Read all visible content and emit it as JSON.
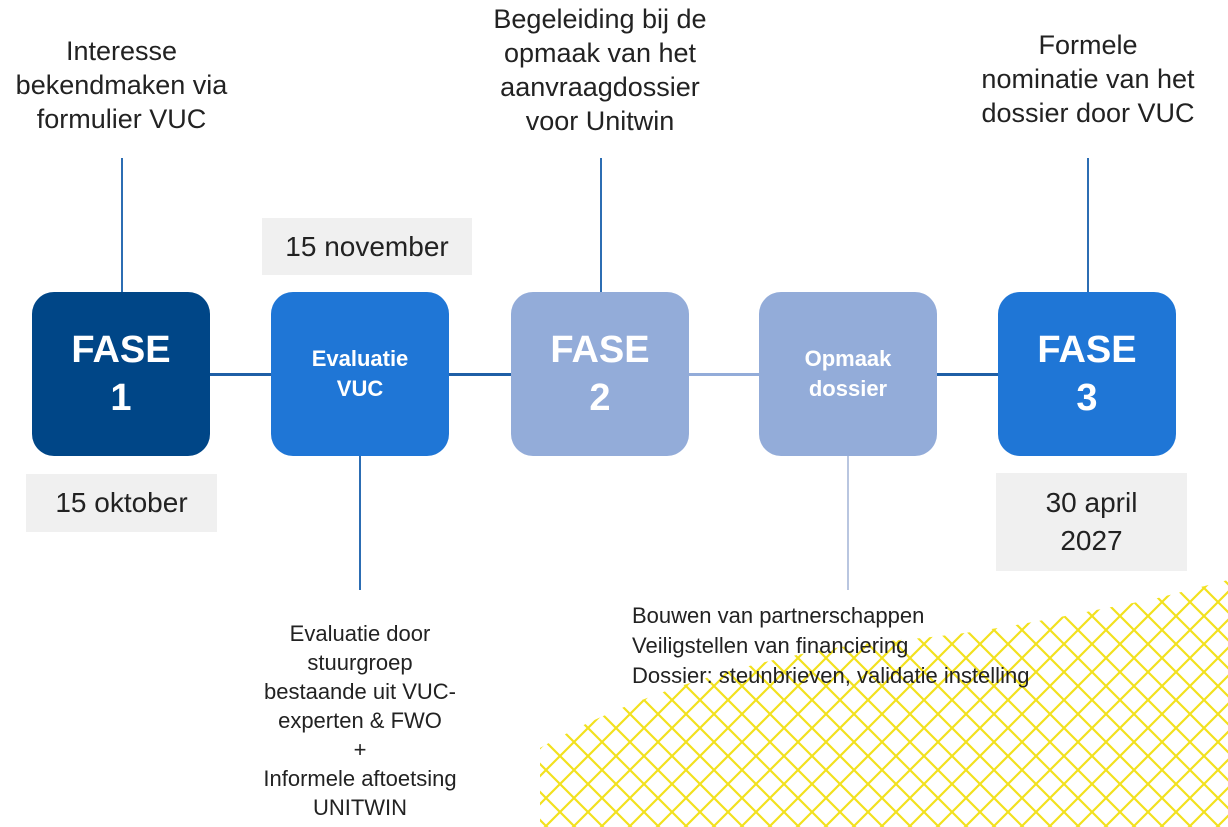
{
  "colors": {
    "fase1": "#004687",
    "evaluatie": "#1f76d6",
    "fase2": "#93acd9",
    "opmaak": "#93acd9",
    "fase3": "#1f76d6",
    "connector": "#1f5fa6",
    "pattern": "#f2e11e"
  },
  "steps": {
    "fase1": {
      "line1": "FASE",
      "line2": "1"
    },
    "evaluatie": {
      "line1": "Evaluatie",
      "line2": "VUC"
    },
    "fase2": {
      "line1": "FASE",
      "line2": "2"
    },
    "opmaak": {
      "line1": "Opmaak",
      "line2": "dossier"
    },
    "fase3": {
      "line1": "FASE",
      "line2": "3"
    }
  },
  "dates": {
    "fase1": "15 oktober",
    "evaluatie": "15 november",
    "fase3_line1": "30 april",
    "fase3_line2": "2027"
  },
  "top_labels": {
    "fase1": [
      "Interesse",
      "bekendmaken via",
      "formulier VUC"
    ],
    "fase2": [
      "Begeleiding bij de",
      "opmaak van het",
      "aanvraagdossier",
      "voor Unitwin"
    ],
    "fase3": [
      "Formele",
      "nominatie van het",
      "dossier door VUC"
    ]
  },
  "bottom_labels": {
    "evaluatie": [
      "Evaluatie door",
      "stuurgroep",
      "bestaande uit VUC-",
      "experten & FWO",
      "+",
      "Informele aftoetsing",
      "UNITWIN"
    ],
    "opmaak": [
      "Bouwen van partnerschappen",
      "Veiligstellen van financiering",
      "Dossier: steunbrieven, validatie instelling"
    ]
  }
}
